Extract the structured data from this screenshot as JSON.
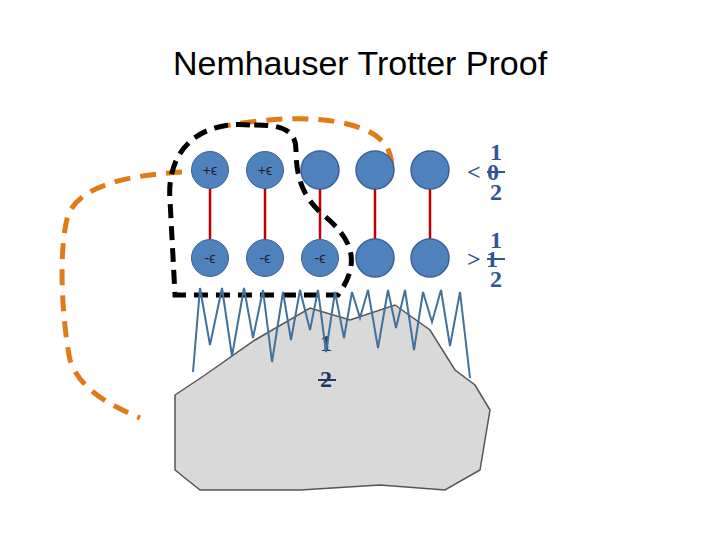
{
  "diagram": {
    "title": "Nemhauser Trotter Proof",
    "nodes": [
      {
        "text": [
          "+ϵ"
        ]
      },
      {
        "text": [
          "+ϵ"
        ]
      },
      {
        "text": [
          "-ϵ"
        ]
      },
      {
        "text": [
          "-ϵ"
        ]
      },
      {
        "text": [
          "-ϵ"
        ]
      },
      {
        "text": [
          "1",
          "2"
        ]
      }
    ],
    "edges": [
      {
        "from": 0,
        "to": 2,
        "arrow": "none"
      },
      {
        "from": 1,
        "to": 3,
        "arrow": "none"
      }
    ],
    "labels": [
      "1",
      "<",
      "0",
      "2",
      "1",
      ">",
      "1",
      "2"
    ]
  }
}
